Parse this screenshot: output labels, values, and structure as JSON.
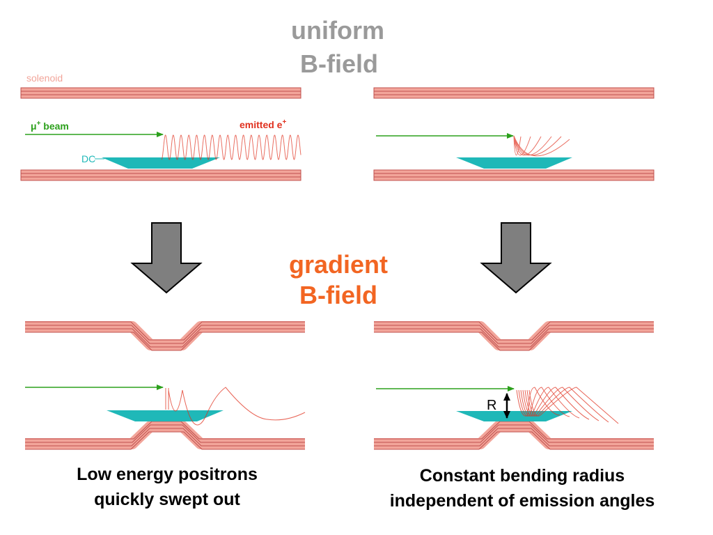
{
  "titles": {
    "uniform_line1": "uniform",
    "uniform_line2": "B-field",
    "gradient_line1": "gradient",
    "gradient_line2": "B-field"
  },
  "labels": {
    "solenoid": "solenoid",
    "mu_beam": "μ",
    "mu_beam_sup": "+",
    "mu_beam_suffix": " beam",
    "emitted": "emitted e",
    "emitted_sup": "+",
    "dc": "DC",
    "radius": "R"
  },
  "captions": {
    "left_line1": "Low energy positrons",
    "left_line2": "quickly swept out",
    "right_line1": "Constant bending radius",
    "right_line2": "independent of emission angles"
  },
  "colors": {
    "uniform_title": "#9a9a9a",
    "gradient_title": "#f26522",
    "solenoid": "#f2a59a",
    "solenoid_edge": "#c0504d",
    "beam": "#2ca01c",
    "emitted": "#e0301e",
    "dc": "#1fb8b8",
    "arrow_fill": "#7f7f7f"
  }
}
